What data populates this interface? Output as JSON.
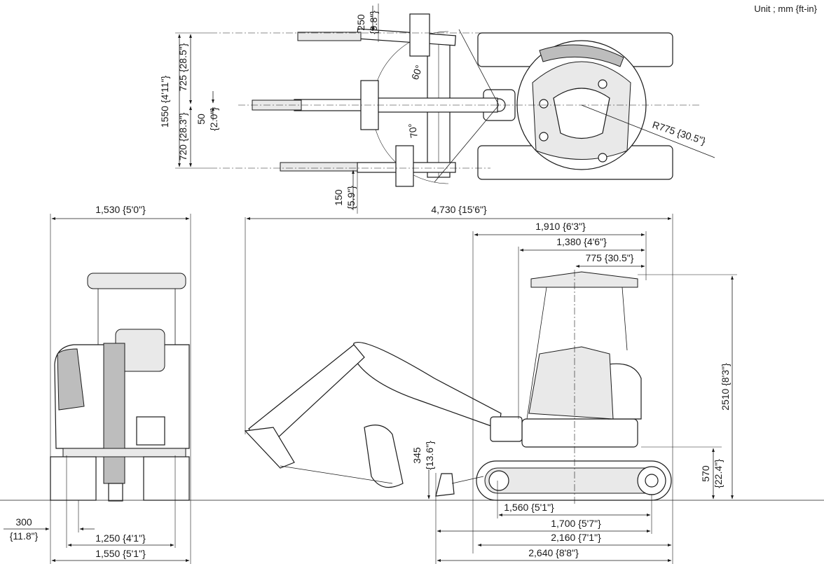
{
  "unit_label": "Unit ; mm {ft-in}",
  "top_view": {
    "offset_upper": [
      "250",
      "{9.8\"}"
    ],
    "offset_lower": [
      "150",
      "{5.9\"}"
    ],
    "swing_width": "1550 {4'11\"}",
    "swing_left": "725 {28.5\"}",
    "swing_right": "720 {28.3\"}",
    "center_offset": [
      "50",
      "{2.0\"}"
    ],
    "angle_left": "60°",
    "angle_right": "70°",
    "tail_radius": "R775 {30.5\"}"
  },
  "front_view": {
    "canopy_width": "1,530 {5'0\"}",
    "track_gauge": "1,250 {4'1\"}",
    "overall_width": "1,550 {5'1\"}",
    "shoe_width": [
      "300",
      "{11.8\"}"
    ]
  },
  "side_view": {
    "overall_length": "4,730 {15'6\"}",
    "tail_1910": "1,910 {6'3\"}",
    "tail_1380": "1,380 {4'6\"}",
    "tail_775": "775 {30.5\"}",
    "height": "2510 {8'3\"}",
    "upper_clearance": [
      "570",
      "{22.4\"}"
    ],
    "blade_lift": [
      "345",
      "{13.6\"}"
    ],
    "tumbler_distance": "1,560 {5'1\"}",
    "blade_to_sprocket": "1,700 {5'7\"}",
    "crawler_length": "2,160 {7'1\"}",
    "blade_to_rear": "2,640 {8'8\"}"
  }
}
